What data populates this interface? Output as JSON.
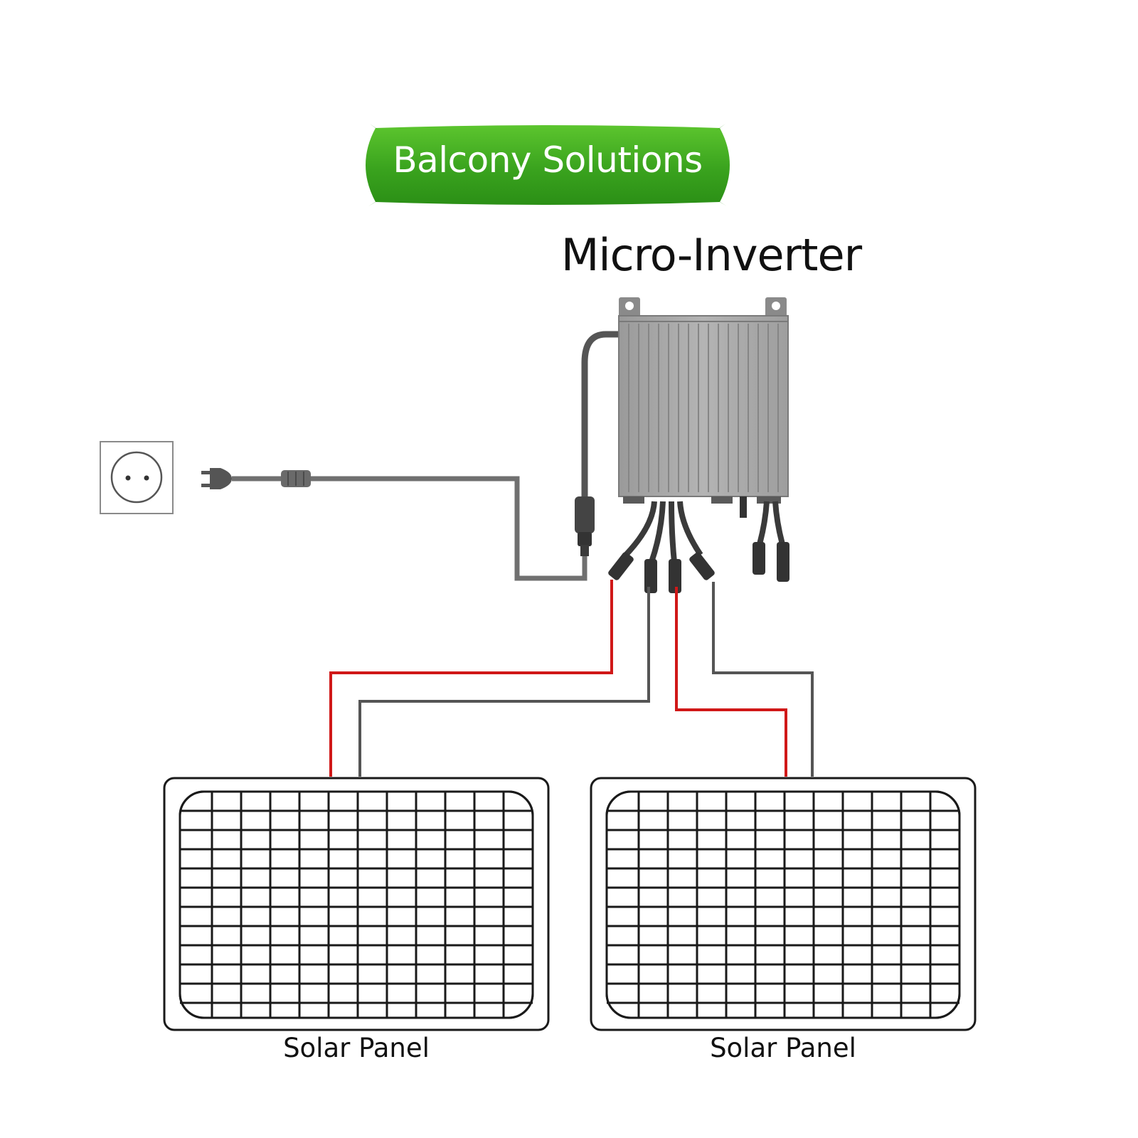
{
  "banner": {
    "label": "Balcony Solutions",
    "color": "#3aa31e"
  },
  "title": {
    "label": "Micro-Inverter"
  },
  "panels": [
    {
      "label": "Solar Panel"
    },
    {
      "label": "Solar Panel"
    }
  ],
  "colors": {
    "positive_wire": "#d01818",
    "negative_wire": "#555555",
    "ac_cable": "#707070",
    "inverter_body": "#a9a9a9"
  },
  "icons": [
    "wall-socket-icon",
    "plug-icon",
    "micro-inverter-icon",
    "solar-panel-icon"
  ]
}
